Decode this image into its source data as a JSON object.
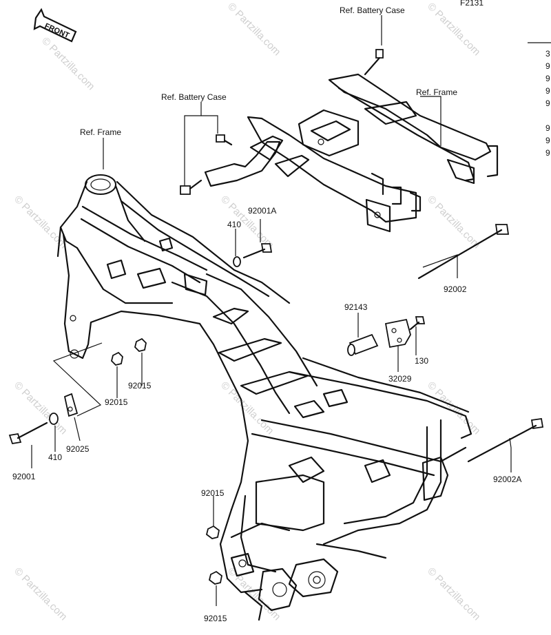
{
  "figure_code": "F2131",
  "front_arrow": "FRONT",
  "watermark": "© Partzilla.com",
  "ref_labels": {
    "battery_case_top": "Ref. Battery Case",
    "battery_case_mid": "Ref. Battery Case",
    "frame_right": "Ref. Frame",
    "frame_left": "Ref. Frame"
  },
  "callouts": [
    {
      "id": "92001A",
      "label": "92001A"
    },
    {
      "id": "410a",
      "label": "410"
    },
    {
      "id": "92002",
      "label": "92002"
    },
    {
      "id": "92143",
      "label": "92143"
    },
    {
      "id": "130",
      "label": "130"
    },
    {
      "id": "32029",
      "label": "32029"
    },
    {
      "id": "92015a",
      "label": "92015"
    },
    {
      "id": "92015b",
      "label": "92015"
    },
    {
      "id": "92025",
      "label": "92025"
    },
    {
      "id": "92001",
      "label": "92001"
    },
    {
      "id": "410b",
      "label": "410"
    },
    {
      "id": "92002A",
      "label": "92002A"
    },
    {
      "id": "92015c",
      "label": "92015"
    },
    {
      "id": "92015d",
      "label": "92015"
    }
  ],
  "side_legend_fragments": [
    "3",
    "9",
    "9",
    "9",
    "9",
    "9",
    "9",
    "9"
  ]
}
